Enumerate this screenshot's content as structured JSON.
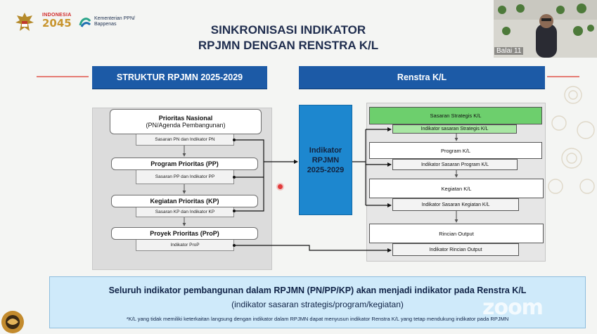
{
  "header": {
    "logo_indonesia_top": "INDONESIA",
    "logo_indonesia_year": "2045",
    "logo_ppn_line1": "Kementerian PPN/",
    "logo_ppn_line2": "Bappenas",
    "title_line1": "SINKRONISASI INDIKATOR",
    "title_line2": "RPJMN DENGAN RENSTRA K/L"
  },
  "webcam": {
    "label": "Balai 11"
  },
  "left_column": {
    "header": "STRUKTUR RPJMN 2025-2029",
    "items": [
      {
        "title": "Prioritas Nasional",
        "subtitle": "(PN/Agenda Pembangunan)",
        "indicator": "Sasaran PN dan Indikator PN"
      },
      {
        "title": "Program Prioritas (PP)",
        "indicator": "Sasaran PP dan Indikator PP"
      },
      {
        "title": "Kegiatan Prioritas (KP)",
        "indicator": "Sasaran KP dan Indikator KP"
      },
      {
        "title": "Proyek Prioritas (ProP)",
        "indicator": "Indikator ProP"
      }
    ]
  },
  "center": {
    "line1": "Indikator",
    "line2": "RPJMN",
    "line3": "2025-2029"
  },
  "right_column": {
    "header": "Renstra K/L",
    "items": [
      {
        "title": "Sasaran Strategis K/L",
        "indicator": "Indikator sasaran Strategis K/L"
      },
      {
        "title": "Program K/L",
        "indicator": "Indikator Sasaran Program K/L"
      },
      {
        "title": "Kegiatan K/L",
        "indicator": "Indikator Sasaran Kegiatan K/L"
      },
      {
        "title": "Rincian Output",
        "indicator": "Indikator Rincian Output"
      }
    ]
  },
  "bottom": {
    "line1": "Seluruh indikator pembangunan dalam RPJMN (PN/PP/KP) akan menjadi indikator pada Renstra K/L",
    "line2": "(indikator sasaran strategis/program/kegiatan)",
    "note": "*K/L yang tidak memiliki keterkaitan langsung dengan indikator dalam RPJMN dapat menyusun indikator Renstra K/L  yang tetap mendukung indikator pada RPJMN"
  },
  "watermark": "zoom",
  "colors": {
    "header_blue": "#1c5aa6",
    "indikator_blue": "#1d87cf",
    "strategis_green": "#6dcf6d",
    "bottom_bg": "#cfeafa"
  }
}
